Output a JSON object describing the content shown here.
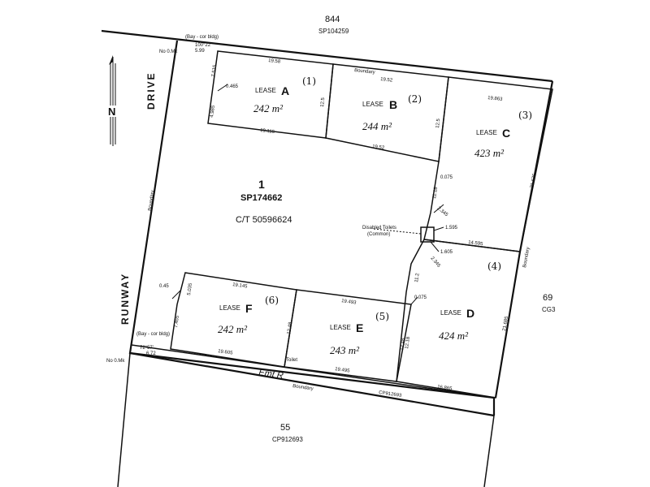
{
  "adjacent": {
    "north_lot": "844",
    "north_plan": "SP104259",
    "south_lot": "55",
    "south_plan": "CP912693",
    "east_lot_partial": "69",
    "east_plan_partial": "CG3"
  },
  "road": {
    "drive": "DRIVE",
    "runway": "RUNWAY",
    "north": "N"
  },
  "main_lot": {
    "number": "1",
    "plan": "SP174662",
    "title": "C/T 50596624"
  },
  "marks": {
    "no_mk_top": "No 0.Mk",
    "no_mk_bottom": "No 0.Mk",
    "bay_top": "(Bay - cor bldg)",
    "bay_top_val": "100°22'",
    "bay_bottom": "(Bay - cor bldg)",
    "bay_bottom_val": "72°57'",
    "boundary_top": "Boundary",
    "boundary_left": "Boundary",
    "boundary_right": "Boundary",
    "boundary_bottom": "Boundary",
    "bottom_plan": "CP912693",
    "emt": "Emt R",
    "toilet": "Toilet",
    "disabled_toilets": "Disabled Toilets",
    "common": "(Common)"
  },
  "leases": {
    "A": {
      "label": "LEASE",
      "letter": "A",
      "hand": "(1)",
      "area": "242",
      "unit": "m²"
    },
    "B": {
      "label": "LEASE",
      "letter": "B",
      "hand": "(2)",
      "area": "244",
      "unit": "m²"
    },
    "C": {
      "label": "LEASE",
      "letter": "C",
      "hand": "(3)",
      "area": "423",
      "unit": "m²"
    },
    "D": {
      "label": "LEASE",
      "letter": "D",
      "hand": "(4)",
      "area": "424",
      "unit": "m²"
    },
    "E": {
      "label": "LEASE",
      "letter": "E",
      "hand": "(5)",
      "area": "243",
      "unit": "m²"
    },
    "F": {
      "label": "LEASE",
      "letter": "F",
      "hand": "(6)",
      "area": "242",
      "unit": "m²"
    }
  },
  "dims": {
    "d_5_99": "5.99",
    "d_19_58": "19.58",
    "d_19_52_top": "19.52",
    "d_19_863": "19.863",
    "d_7_515": "7.515",
    "d_0_465": "0.465",
    "d_4_985": "4.985",
    "d_12_5_a": "12.5",
    "d_12_5_b": "12.5",
    "d_19_115": "19.115",
    "d_19_52_mid": "19.52",
    "d_0_075_a": "0.075",
    "d_11_18": "11.18",
    "d_2_345_a": "2.345",
    "d_1_595": "1.595",
    "d_1_605": "1.605",
    "d_2_345_b": "2.345",
    "d_14_595": "14.595",
    "d_21_675": "21.675",
    "d_11_2": "11.2",
    "d_0_075_b": "0.075",
    "d_21_685": "21.685",
    "d_0_45": "0.45",
    "d_5_035": "5.035",
    "d_19_145": "19.145",
    "d_19_493": "19.493",
    "d_7_465": "7.465",
    "d_12_48_a": "12.48",
    "d_12_48_b": "12.48",
    "d_19_605": "19.605",
    "d_19_495": "19.495",
    "d_16_865": "16.865",
    "d_6_72": "6.72",
    "d_12_18": "12.18"
  }
}
